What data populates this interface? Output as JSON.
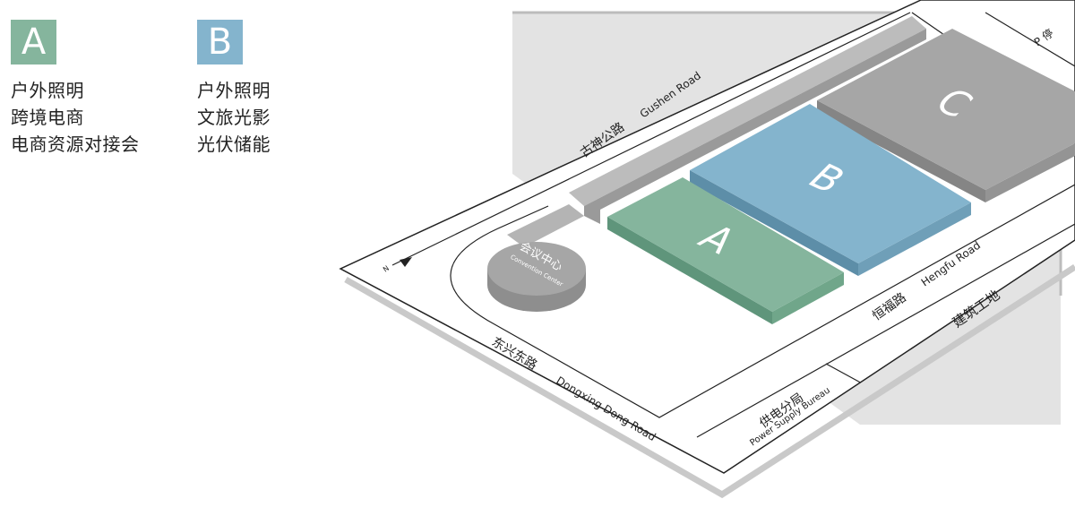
{
  "colors": {
    "hall_a": "#85b59d",
    "hall_a_side": "#5f957b",
    "hall_b": "#84b4cd",
    "hall_b_side": "#5d8ea8",
    "hall_c": "#a6a6a6",
    "hall_c_side": "#858585",
    "walkway": "#a8a8a8",
    "shadow": "#e3e3e3",
    "line": "#222222"
  },
  "legend": [
    {
      "badge": "A",
      "items": [
        "户外照明",
        "跨境电商",
        "电商资源对接会"
      ]
    },
    {
      "badge": "B",
      "items": [
        "户外照明",
        "文旅光影",
        "光伏储能"
      ]
    }
  ],
  "map": {
    "halls": {
      "a": "A",
      "b": "B",
      "c": "C"
    },
    "convention_center": {
      "zh": "会议中心",
      "en": "Convention Center"
    },
    "roads": {
      "gushen": {
        "zh": "古神公路",
        "en": "Gushen Road"
      },
      "dongxing": {
        "zh": "东兴东路",
        "en": "Dongxing Dong Road"
      },
      "hengfu": {
        "zh": "恒福路",
        "en": "Hengfu Road"
      }
    },
    "power_bureau": {
      "zh": "供电分局",
      "en": "Power Supply Bureau"
    },
    "construction": "建筑工地",
    "parking_partial": "P 停",
    "north": "N"
  }
}
